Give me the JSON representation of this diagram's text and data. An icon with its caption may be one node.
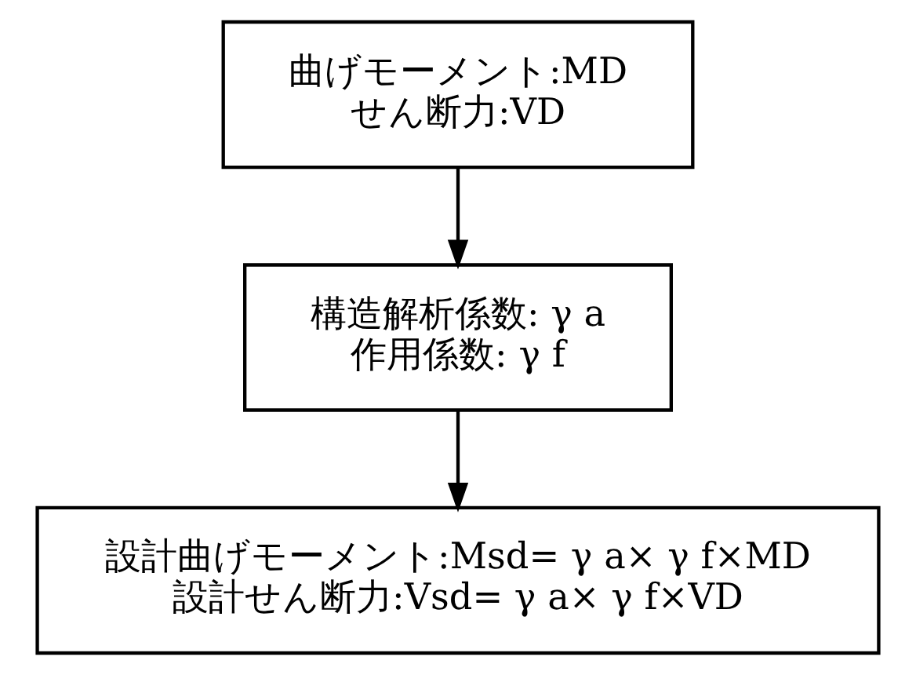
{
  "diagram": {
    "nodes": [
      {
        "text": [
          "曲げモーメント:MD",
          "せん断力:VD"
        ]
      },
      {
        "text": [
          "構造解析係数: γ a",
          "作用係数: γ f"
        ]
      },
      {
        "text": [
          "設計曲げモーメント:Msd= γ a× γ f×MD",
          "設計せん断力:Vsd= γ a× γ f×VD"
        ]
      }
    ],
    "edges": [
      {
        "from": 0,
        "to": 1,
        "arrow": "to"
      },
      {
        "from": 1,
        "to": 2,
        "arrow": "to"
      }
    ]
  }
}
